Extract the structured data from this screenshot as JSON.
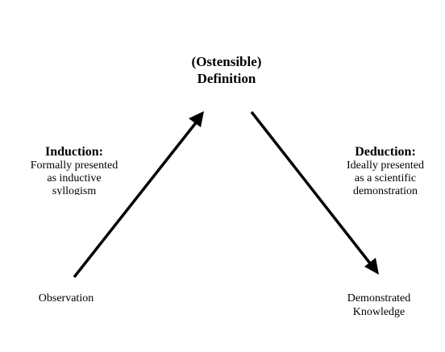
{
  "title": {
    "line1": "(Ostensible)",
    "line2": "Definition"
  },
  "induction": {
    "heading": "Induction:",
    "lines": [
      "Formally presented",
      "as inductive",
      "syllogism"
    ]
  },
  "deduction": {
    "heading": "Deduction:",
    "lines": [
      "Ideally presented",
      "as a scientific",
      "demonstration"
    ]
  },
  "nodes": {
    "observation": "Observation",
    "knowledge_line1": "Demonstrated",
    "knowledge_line2": "Knowledge"
  },
  "colors": {
    "ink": "#000000",
    "background": "#ffffff"
  }
}
